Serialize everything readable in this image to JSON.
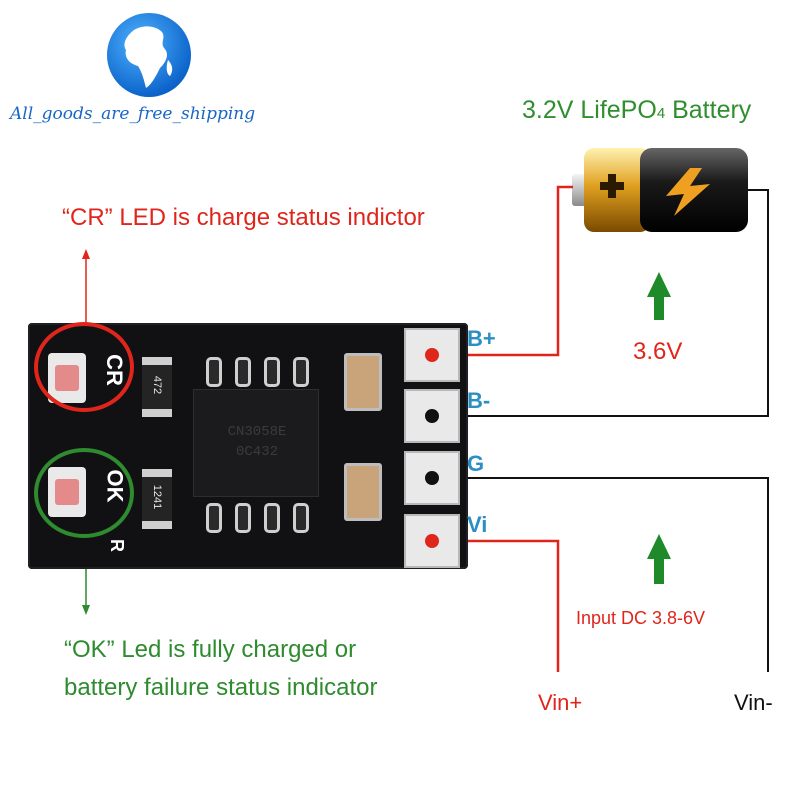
{
  "watermark": {
    "text": "All_goods_are_free_shipping",
    "icon": "globe-icon"
  },
  "battery": {
    "title_main": "3.2V LifePO",
    "title_sub": "4",
    "title_tail": " Battery",
    "icon": "battery-lightning-icon"
  },
  "annotations": {
    "cr_led": "“CR” LED is charge status indictor",
    "ok_led_line1": "“OK” Led is fully charged or",
    "ok_led_line2": "battery failure status indicator",
    "voltage_out": "3.6V",
    "input_range": "Input DC 3.8-6V",
    "vin_plus": "Vin+",
    "vin_minus": "Vin-"
  },
  "pins": [
    {
      "label": "B+"
    },
    {
      "label": "B-"
    },
    {
      "label": "G"
    },
    {
      "label": "Vi"
    }
  ],
  "board": {
    "chip_line1": "CN3058E",
    "chip_line2": "0C432",
    "silk_cr": "CR",
    "silk_ok": "OK",
    "silk_r": "R",
    "res_top": "472",
    "res_bottom": "1241"
  },
  "colors": {
    "red": "#e0251b",
    "green": "#2e8b2e",
    "blue_label": "#2b8fc4",
    "arrow_green": "#1f8a2a",
    "pcb": "#111114"
  }
}
